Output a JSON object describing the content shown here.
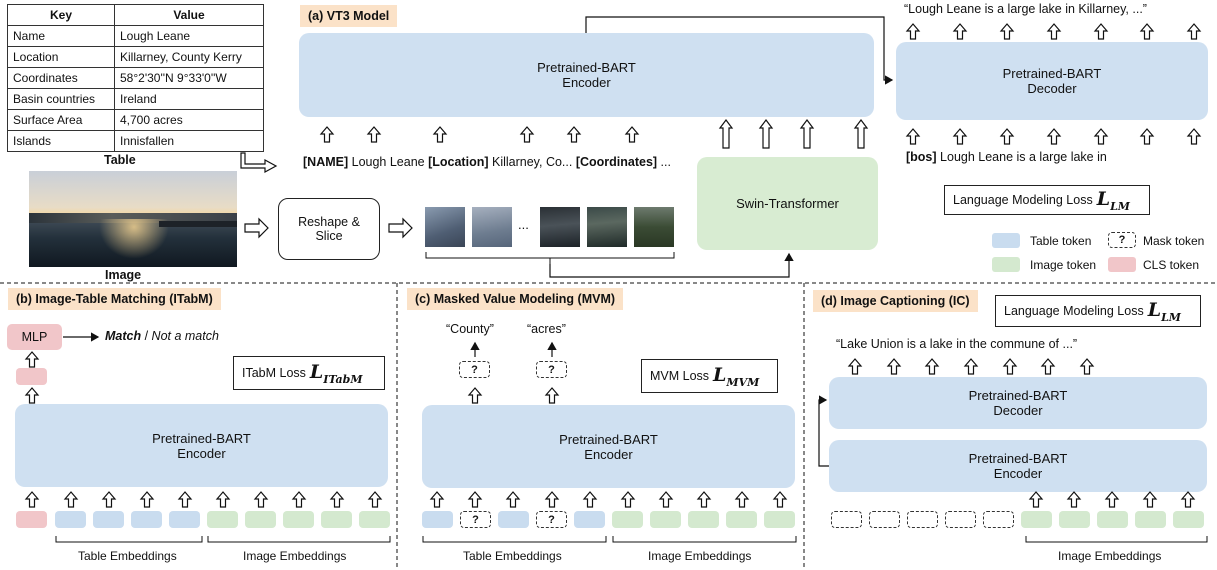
{
  "table": {
    "headers": [
      "Key",
      "Value"
    ],
    "rows": [
      [
        "Name",
        "Lough Leane"
      ],
      [
        "Location",
        "Killarney, County Kerry"
      ],
      [
        "Coordinates",
        "58°2'30''N 9°33'0''W"
      ],
      [
        "Basin countries",
        "Ireland"
      ],
      [
        "Surface Area",
        "4,700 acres"
      ],
      [
        "Islands",
        "Innisfallen"
      ]
    ],
    "caption": "Table"
  },
  "image_caption": "Image",
  "vt3": {
    "tag": "(a) VT3 Model",
    "encoder": [
      "Pretrained-BART",
      "Encoder"
    ],
    "decoder": [
      "Pretrained-BART",
      "Decoder"
    ],
    "reshape": [
      "Reshape &",
      "Slice"
    ],
    "swin": "Swin-Transformer",
    "input_seq": {
      "k1": "[NAME]",
      "v1": " Lough Leane ",
      "k2": "[Location]",
      "v2": " Killarney, Co... ",
      "k3": "[Coordinates]",
      "v3": " ..."
    },
    "dec_input": {
      "k": "[bos]",
      "v": " Lough Leane is a large lake in"
    },
    "output": "“Lough Leane is a large lake in Killarney, ...”",
    "loss_label": "Language Modeling Loss",
    "loss_sym": "L",
    "loss_sub": "LM",
    "ellipsis": "..."
  },
  "legend": {
    "table_token": "Table token",
    "mask_token": "Mask token",
    "mask_symbol": "?",
    "image_token": "Image token",
    "cls_token": "CLS token",
    "colors": {
      "table": "#c9dcef",
      "image": "#d4e9cf",
      "cls": "#f1c6c9"
    }
  },
  "itabm": {
    "tag": "(b) Image-Table Matching (ITabM)",
    "mlp": "MLP",
    "match": "Match",
    "sep": " / ",
    "not_match": "Not a match",
    "loss_label": "ITabM Loss",
    "loss_sym": "L",
    "loss_sub": "ITabM",
    "encoder": [
      "Pretrained-BART",
      "Encoder"
    ],
    "table_emb": "Table Embeddings",
    "image_emb": "Image Embeddings"
  },
  "mvm": {
    "tag": "(c) Masked Value Modeling (MVM)",
    "out1": "“County”",
    "out2": "“acres”",
    "mask_symbol": "?",
    "loss_label": "MVM Loss",
    "loss_sym": "L",
    "loss_sub": "MVM",
    "encoder": [
      "Pretrained-BART",
      "Encoder"
    ],
    "table_emb": "Table Embeddings",
    "image_emb": "Image Embeddings"
  },
  "ic": {
    "tag": "(d) Image Captioning (IC)",
    "loss_label": "Language Modeling Loss",
    "loss_sym": "L",
    "loss_sub": "LM",
    "output": "“Lake Union is a lake in the commune of ...”",
    "decoder": [
      "Pretrained-BART",
      "Decoder"
    ],
    "encoder": [
      "Pretrained-BART",
      "Encoder"
    ],
    "image_emb": "Image Embeddings"
  }
}
